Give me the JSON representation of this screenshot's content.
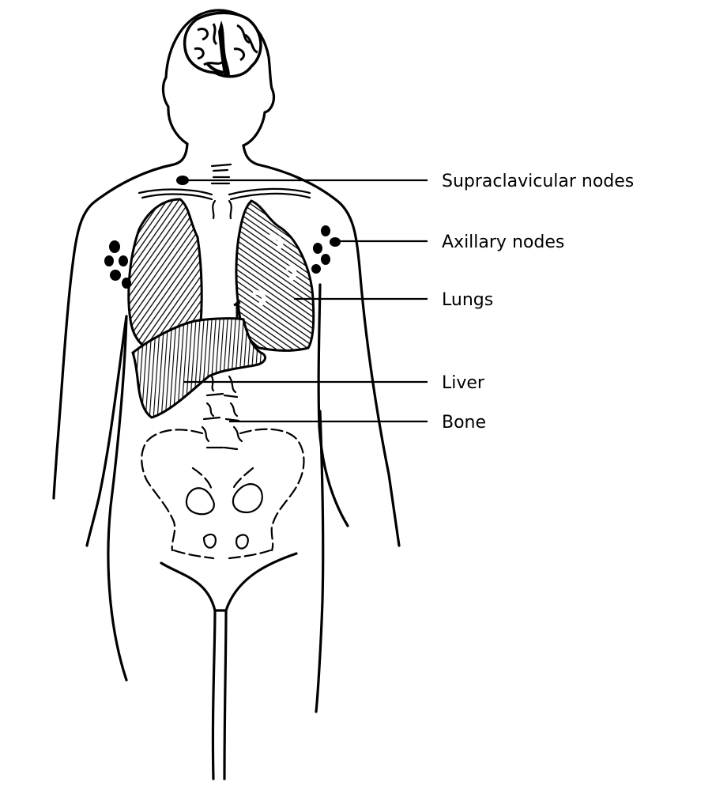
{
  "labels": {
    "supraclavicular": "Supraclavicular nodes",
    "axillary": "Axillary nodes",
    "lungs": "Lungs",
    "liver": "Liver",
    "bone": "Bone"
  },
  "colors": {
    "ink": "#000000",
    "background": "#ffffff"
  },
  "icons": [
    "brain-icon",
    "lung-icon",
    "liver-icon",
    "pelvis-icon",
    "spine-icon",
    "lymph-node-icon"
  ]
}
